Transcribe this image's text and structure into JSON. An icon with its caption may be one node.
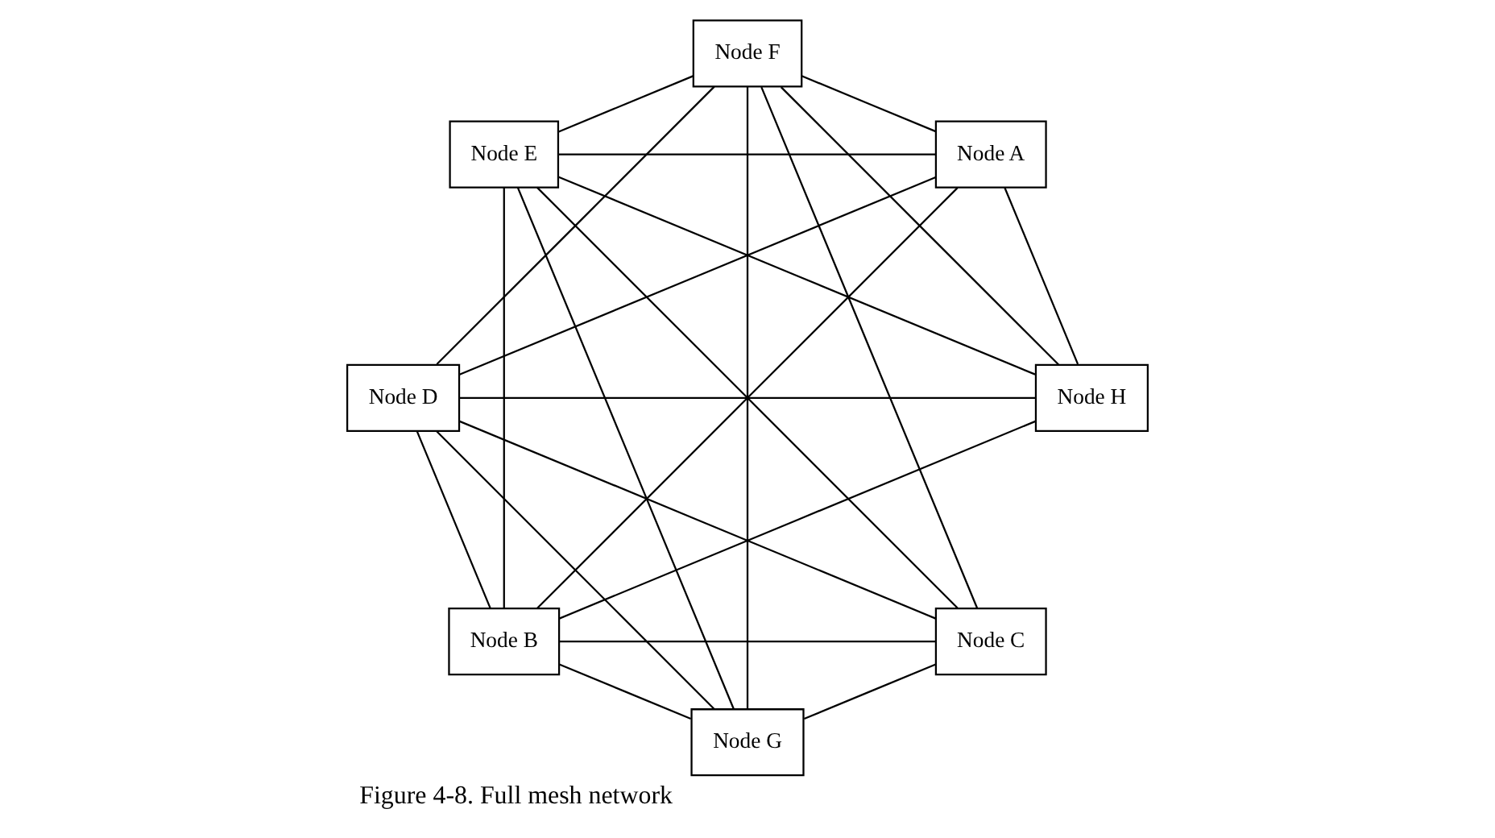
{
  "diagram": {
    "caption": "Figure 4-8. Full mesh network",
    "nodes": [
      {
        "text": [
          "Node C"
        ]
      },
      {
        "text": [
          "Node B"
        ]
      },
      {
        "text": [
          "Node D"
        ]
      },
      {
        "text": [
          "Node A"
        ]
      },
      {
        "text": [
          "Node H"
        ]
      },
      {
        "text": [
          "Node E"
        ]
      },
      {
        "text": [
          "Node F"
        ]
      },
      {
        "text": [
          "Node G"
        ]
      }
    ],
    "edges": [
      {
        "from": 3,
        "to": 1,
        "arrow": "none"
      },
      {
        "from": 3,
        "to": 2,
        "arrow": "none"
      },
      {
        "from": 3,
        "to": 4,
        "arrow": "none"
      },
      {
        "from": 3,
        "to": 6,
        "arrow": "none"
      },
      {
        "from": 3,
        "to": 5,
        "arrow": "none"
      },
      {
        "from": 1,
        "to": 0,
        "arrow": "none"
      },
      {
        "from": 1,
        "to": 2,
        "arrow": "none"
      },
      {
        "from": 1,
        "to": 4,
        "arrow": "none"
      },
      {
        "from": 1,
        "to": 5,
        "arrow": "none"
      },
      {
        "from": 1,
        "to": 7,
        "arrow": "none"
      },
      {
        "from": 0,
        "to": 2,
        "arrow": "none"
      },
      {
        "from": 0,
        "to": 5,
        "arrow": "none"
      },
      {
        "from": 0,
        "to": 7,
        "arrow": "none"
      },
      {
        "from": 0,
        "to": 6,
        "arrow": "none"
      },
      {
        "from": 2,
        "to": 4,
        "arrow": "none"
      },
      {
        "from": 2,
        "to": 6,
        "arrow": "none"
      },
      {
        "from": 2,
        "to": 7,
        "arrow": "none"
      },
      {
        "from": 5,
        "to": 4,
        "arrow": "none"
      },
      {
        "from": 5,
        "to": 6,
        "arrow": "none"
      },
      {
        "from": 5,
        "to": 7,
        "arrow": "none"
      },
      {
        "from": 6,
        "to": 4,
        "arrow": "none"
      },
      {
        "from": 6,
        "to": 7,
        "arrow": "none"
      }
    ]
  }
}
